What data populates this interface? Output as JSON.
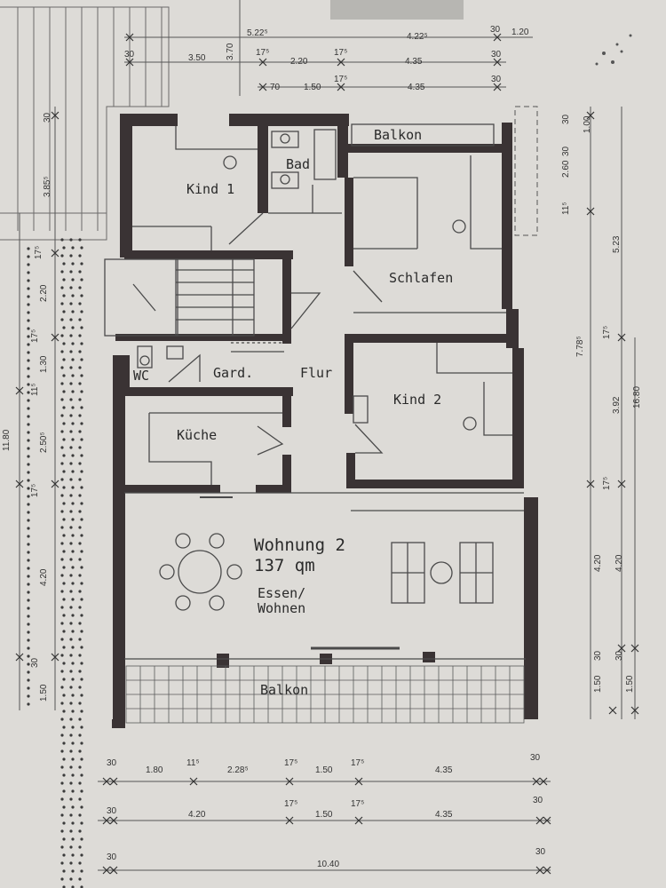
{
  "plan": {
    "unit_title": "Wohnung 2",
    "unit_area": "137 qm",
    "rooms": {
      "balkon_top": "Balkon",
      "bad": "Bad",
      "kind1": "Kind 1",
      "schlafen": "Schlafen",
      "wc": "WC",
      "gard": "Gard.",
      "flur": "Flur",
      "kind2": "Kind 2",
      "kueche": "Küche",
      "essen": "Essen/",
      "wohnen": "Wohnen",
      "balkon_bottom": "Balkon"
    }
  },
  "dimensions": {
    "top_row1": [
      "5.22⁵",
      "4.22⁵",
      "30",
      "1.20"
    ],
    "top_row2": [
      "30",
      "3.50",
      "3.70",
      "17⁵",
      "2.20",
      "17⁵",
      "4.35",
      "30"
    ],
    "top_row3": [
      "70",
      "1.50",
      "17⁵",
      "4.35",
      "30"
    ],
    "bottom_row1": [
      "30",
      "1.80",
      "11⁵",
      "2.28⁵",
      "17⁵",
      "1.50",
      "17⁵",
      "4.35",
      "30"
    ],
    "bottom_row2": [
      "30",
      "4.20",
      "17⁵",
      "1.50",
      "17⁵",
      "4.35",
      "30"
    ],
    "bottom_row3": [
      "30",
      "10.40",
      "30"
    ],
    "left": [
      "30",
      "3.85⁵",
      "17⁵",
      "2.20",
      "17⁵",
      "1.30",
      "11⁵",
      "2.50⁵",
      "17⁵",
      "4.20",
      "30",
      "1.50",
      "11.80"
    ],
    "right_a": [
      "30",
      "1.00",
      "30",
      "2.60",
      "11⁵",
      "5.23",
      "17⁵",
      "3.92",
      "17⁵",
      "4.20",
      "30",
      "1.50"
    ],
    "right_b": [
      "7.78⁵",
      "16.80",
      "4.20",
      "30",
      "1.50"
    ]
  }
}
